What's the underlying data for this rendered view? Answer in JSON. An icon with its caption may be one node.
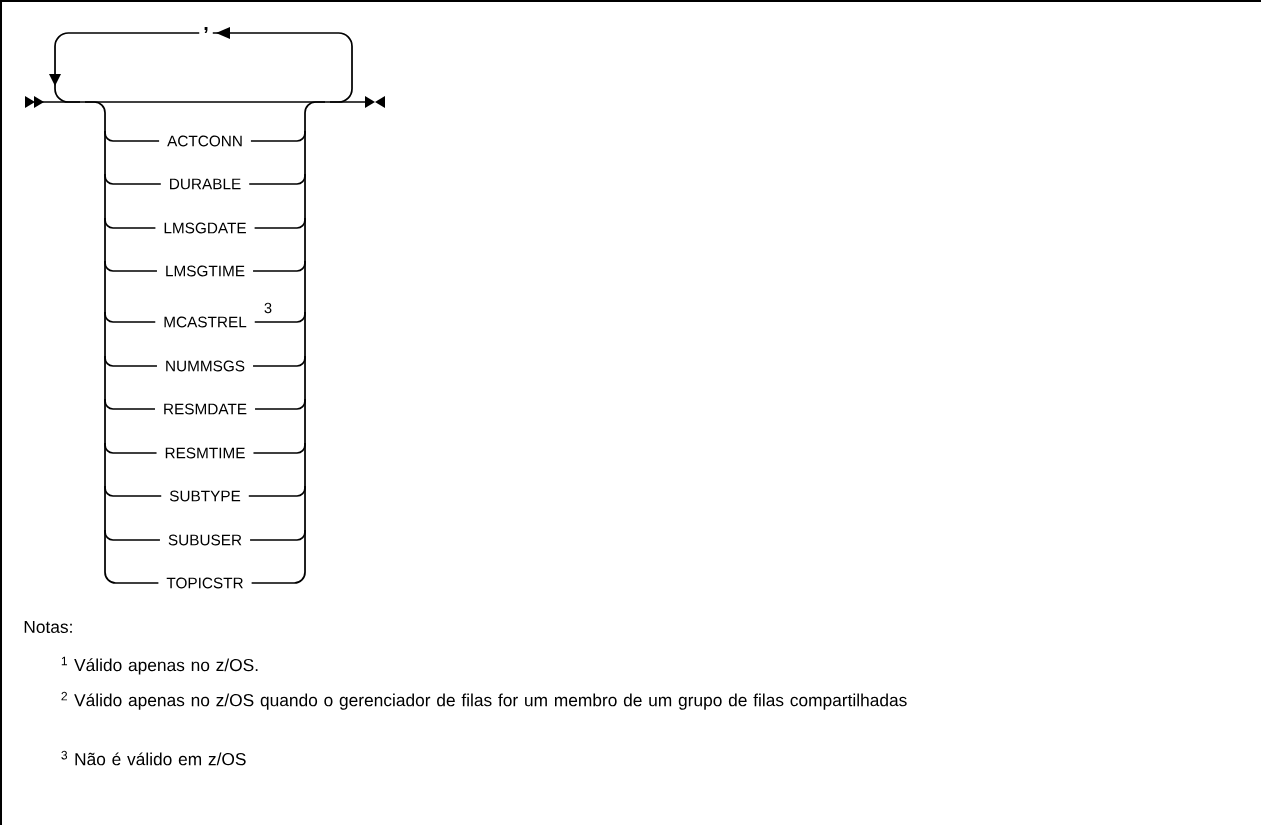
{
  "diagram": {
    "labels": [
      ",",
      "ACTCONN",
      "DURABLE",
      "LMSGDATE",
      "LMSGTIME",
      "MCASTREL",
      "3",
      "NUMMSGS",
      "RESMDATE",
      "RESMTIME",
      "SUBTYPE",
      "SUBUSER",
      "TOPICSTR",
      "Notas:",
      "$^{1}$ Válido apenas no z/OS.",
      "$^{2}$ Válido apenas no z/OS quando o gerenciador de filas for um membro de um grupo de filas compartilhadas",
      "$^{3}$ Não é válido em z/OS"
    ]
  }
}
